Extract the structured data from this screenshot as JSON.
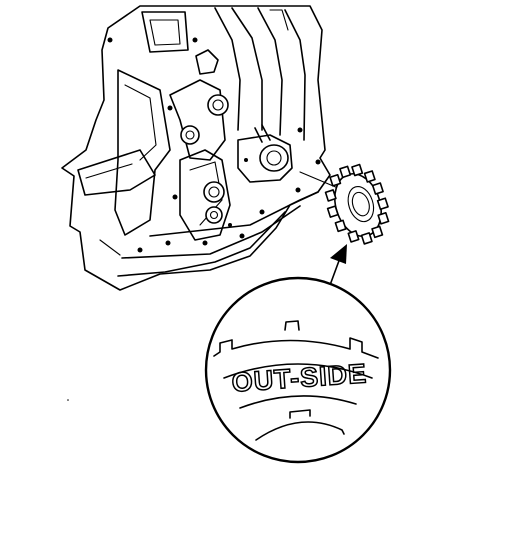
{
  "labels": {
    "outside": "OUT-SIDE"
  },
  "icons": {
    "engine": "engine-block-lineart",
    "sprocket": "crankshaft-sprocket",
    "magnifier": "detail-circle",
    "arrow": "arrow-up"
  }
}
